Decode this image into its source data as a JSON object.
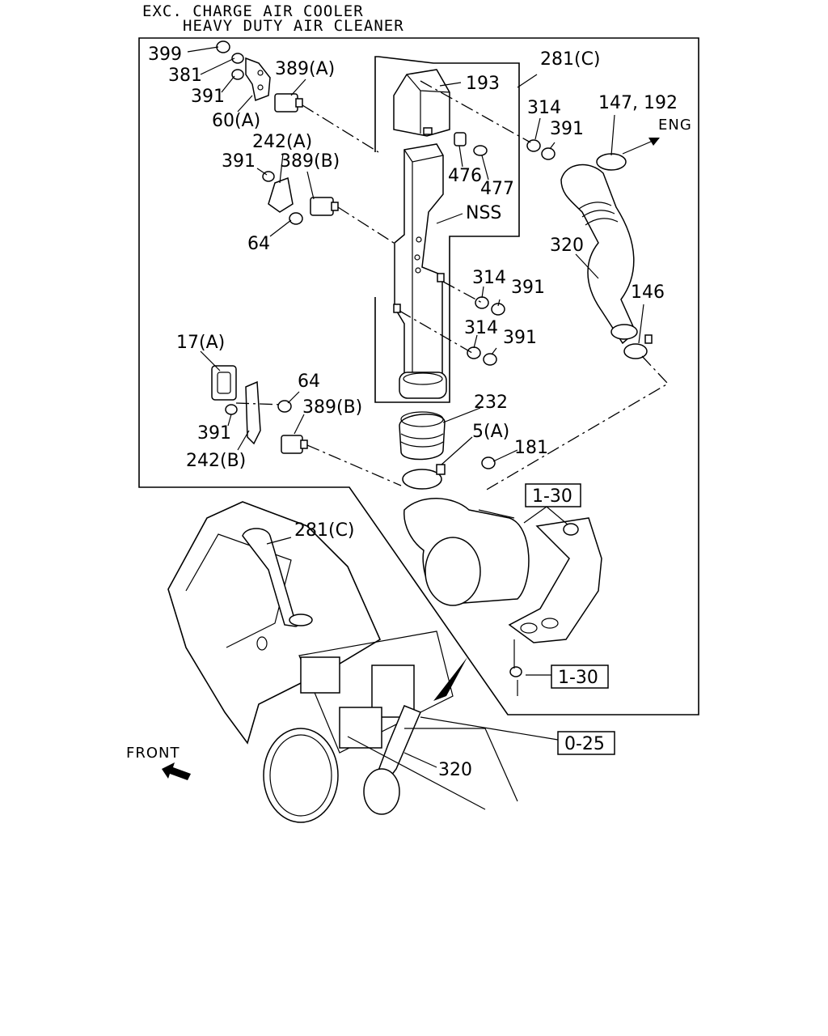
{
  "header": {
    "line1": "EXC. CHARGE AIR COOLER",
    "line2": "HEAVY DUTY AIR CLEANER"
  },
  "callouts": {
    "c399": "399",
    "c381": "381",
    "c391a": "391",
    "c60a": "60(A)",
    "c389a": "389(A)",
    "c242a": "242(A)",
    "c391b": "391",
    "c389b": "389(B)",
    "c64a": "64",
    "c193": "193",
    "c281c": "281(C)",
    "c314a": "314",
    "c391c": "391",
    "c14792": "147, 192",
    "eng": "ENG",
    "c476": "476",
    "c477": "477",
    "nss": "NSS",
    "c320a": "320",
    "c314b": "314",
    "c391d": "391",
    "c146": "146",
    "c314c": "314",
    "c391e": "391",
    "c17a": "17(A)",
    "c64b": "64",
    "c389b2": "389(B)",
    "c391f": "391",
    "c242b": "242(B)",
    "c232": "232",
    "c5a": "5(A)",
    "c181": "181",
    "c281c2": "281(C)",
    "c320b": "320",
    "front": "FRONT"
  },
  "references": {
    "ref130a": "1-30",
    "ref130b": "1-30",
    "ref025": "0-25"
  }
}
